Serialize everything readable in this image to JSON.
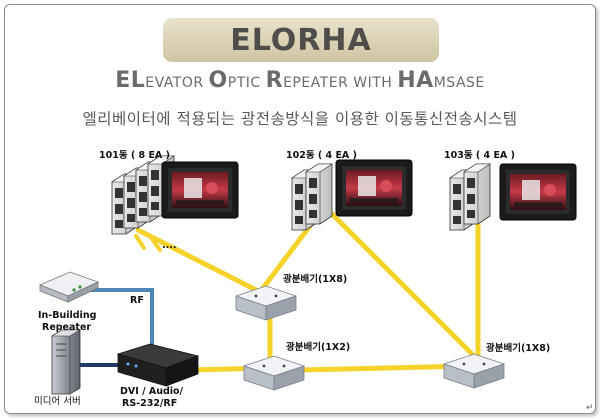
{
  "header": {
    "title": "ELORHA",
    "subtitle_parts": [
      {
        "text": "EL",
        "big": true
      },
      {
        "text": "EVATOR ",
        "big": false
      },
      {
        "text": "O",
        "big": true
      },
      {
        "text": "PTIC ",
        "big": false
      },
      {
        "text": "R",
        "big": true
      },
      {
        "text": "EPEATER WITH ",
        "big": false
      },
      {
        "text": "HA",
        "big": true
      },
      {
        "text": "MSASE",
        "big": false
      }
    ],
    "korean_desc": "엘리베이터에 적용되는 광전송방식을 이용한 이동통신전송시스템"
  },
  "buildings": [
    {
      "label": "101동 ( 8 EA )"
    },
    {
      "label": "102동 ( 4 EA )"
    },
    {
      "label": "103동 ( 4 EA )"
    }
  ],
  "ellipsis": "....",
  "splitters": {
    "top": "광분배기(1X8)",
    "middle": "광분배기(1X2)",
    "right": "광분배기(1X8)"
  },
  "equipment": {
    "repeater_line1": "In-Building",
    "repeater_line2": "Repeater",
    "rf_label": "RF",
    "server_label": "미디어 서버",
    "converter_line1": "DVI / Audio/",
    "converter_line2": "RS-232/RF"
  },
  "colors": {
    "fiber": "#f6d32a",
    "rf_cable": "#4f86b8",
    "server_cable": "#1f3a63",
    "title_box": "#ddd4b8"
  },
  "footer_mark": "↵"
}
